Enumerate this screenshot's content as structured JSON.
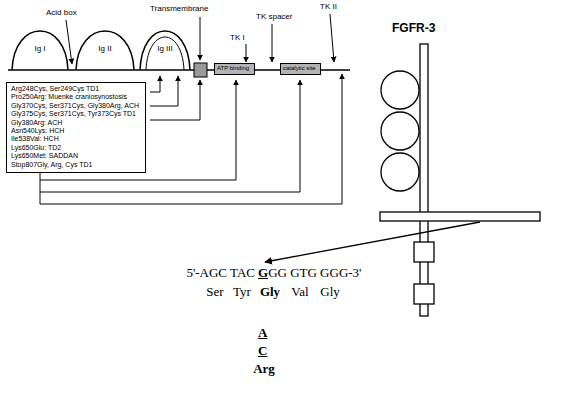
{
  "diagram": {
    "nodes": [
      {
        "text": [
          "ATP binding"
        ]
      },
      {
        "text": [
          "catalytic site"
        ]
      },
      {
        "text": [
          "Arg248Cys, Ser249Cys TD1",
          "Pro250Arg: Muenke craniosynostosis",
          "Gly370Cys, Ser371Cys, Gly380Arg, ACH",
          "Gly375Cys, Ser371Cys, Tyr373Cys TD1",
          "Gly380Arg: ACH",
          "Asn540Lys: HCH",
          "Ile538Val: HCH",
          "Lys650Glu: TD2",
          "Lys650Met: SADDAN",
          "Stop807Gly, Arg, Cys TD1"
        ]
      }
    ],
    "labels": [
      "Acid box",
      "Transmembrane",
      "TK spacer",
      "TK II",
      "TK I",
      "Ig I",
      "Ig II",
      "Ig III",
      "FGFR-3",
      "5'-AGC TAC",
      "G",
      "GG GTG GGG-3'",
      "Ser",
      "Tyr",
      "Gly",
      "Val",
      "Gly",
      "A",
      "C",
      "Arg"
    ]
  }
}
